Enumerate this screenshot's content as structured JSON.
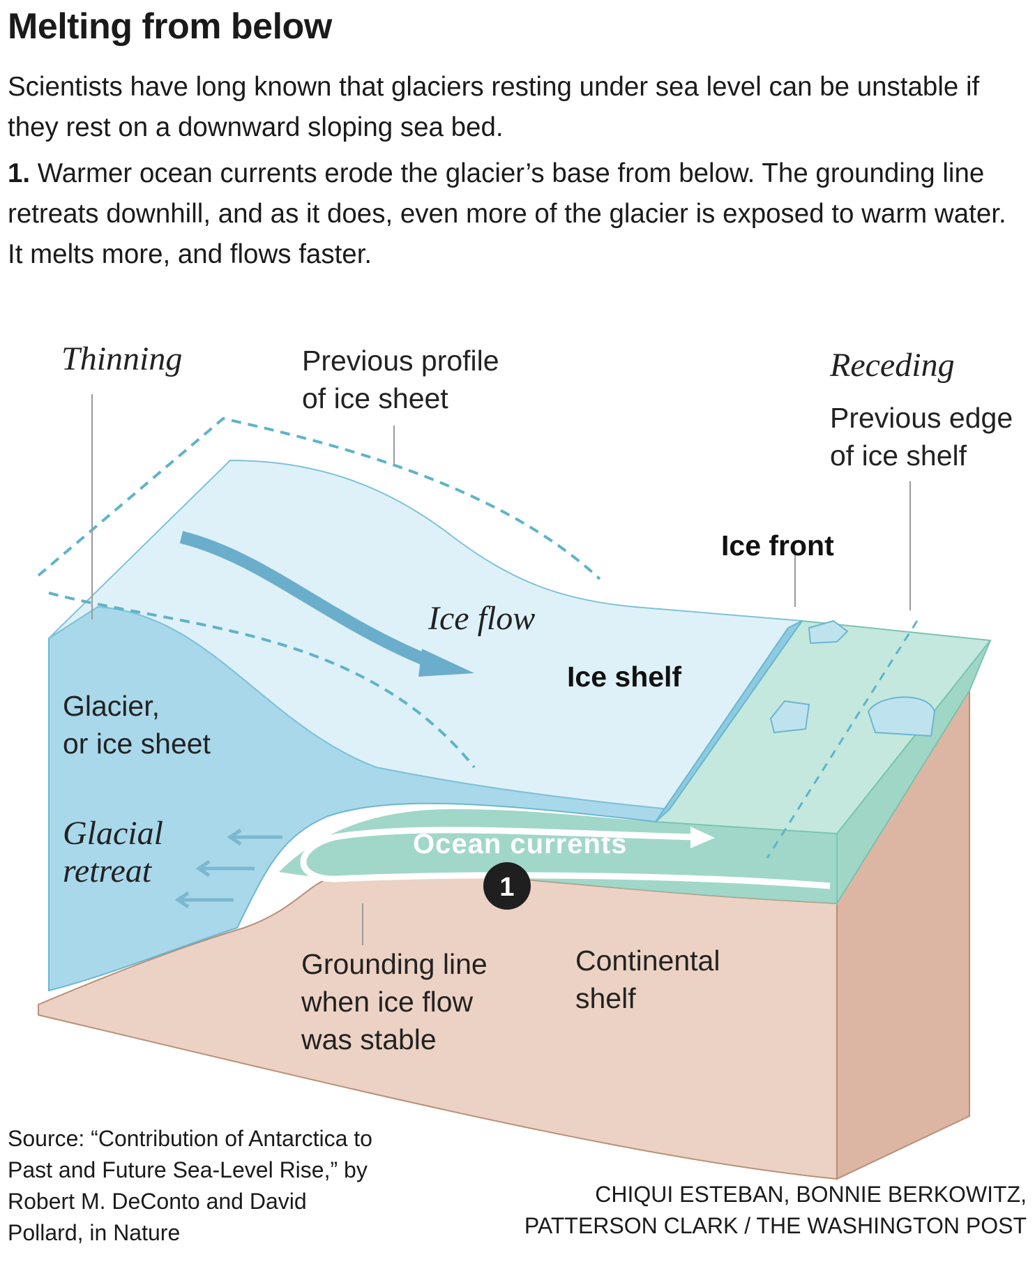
{
  "header": {
    "title": "Melting from below",
    "intro": "Scientists have long known that glaciers resting under sea level can be unstable if they rest on a downward sloping sea bed.",
    "step_number": "1.",
    "step_text": " Warmer ocean currents erode the glacier’s base from below. The grounding line retreats downhill, and as it does, even more of the glacier is exposed to warm water. It melts more, and flows faster."
  },
  "labels": {
    "thinning": "Thinning",
    "previous_profile": "Previous profile\nof ice sheet",
    "receding": "Receding",
    "previous_edge": "Previous edge\nof ice shelf",
    "ice_front": "Ice front",
    "ice_flow": "Ice flow",
    "ice_shelf": "Ice shelf",
    "glacier": "Glacier,\nor ice sheet",
    "glacial_retreat": "Glacial\nretreat",
    "ocean_currents": "Ocean currents",
    "marker": "1",
    "grounding_line": "Grounding line\nwhen ice flow\nwas stable",
    "continental_shelf": "Continental\nshelf"
  },
  "footer": {
    "source": "Source: “Contribution of Antarctica to\nPast and Future Sea-Level Rise,” by\nRobert M. DeConto and David\nPollard, in Nature",
    "credit": "CHIQUI ESTEBAN, BONNIE BERKOWITZ,\nPATTERSON CLARK  / THE WASHINGTON POST"
  },
  "colors": {
    "ice_top": "#dff1f8",
    "ice_side": "#a9d8eb",
    "ocean": "#a6dccf",
    "bed_side": "#dcb6a2",
    "bed_front": "#ecd2c4",
    "dashed": "#5fb3c9"
  }
}
